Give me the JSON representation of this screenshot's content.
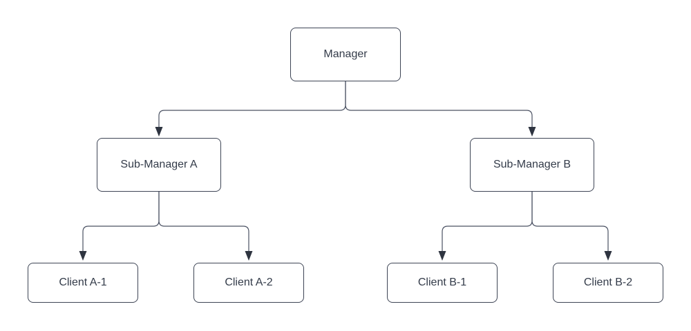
{
  "diagram": {
    "type": "org-chart",
    "nodes": {
      "manager": {
        "label": "Manager",
        "level": 1
      },
      "sub_manager_a": {
        "label": "Sub-Manager A",
        "level": 2
      },
      "sub_manager_b": {
        "label": "Sub-Manager B",
        "level": 2
      },
      "client_a1": {
        "label": "Client A-1",
        "level": 3
      },
      "client_a2": {
        "label": "Client A-2",
        "level": 3
      },
      "client_b1": {
        "label": "Client B-1",
        "level": 3
      },
      "client_b2": {
        "label": "Client B-2",
        "level": 3
      }
    },
    "edges": [
      {
        "from": "Manager",
        "to": "Sub-Manager A",
        "style": "elbow-arrow"
      },
      {
        "from": "Manager",
        "to": "Sub-Manager B",
        "style": "elbow-arrow"
      },
      {
        "from": "Sub-Manager A",
        "to": "Client A-1",
        "style": "elbow-arrow"
      },
      {
        "from": "Sub-Manager A",
        "to": "Client A-2",
        "style": "elbow-arrow"
      },
      {
        "from": "Sub-Manager B",
        "to": "Client B-1",
        "style": "elbow-arrow"
      },
      {
        "from": "Sub-Manager B",
        "to": "Client B-2",
        "style": "elbow-arrow"
      }
    ],
    "colors": {
      "background": "#ffffff",
      "node_fill": "#ffffff",
      "node_border": "#3d4454",
      "text": "#333b49",
      "line": "#4a5162",
      "arrowhead": "#2e3440"
    }
  }
}
